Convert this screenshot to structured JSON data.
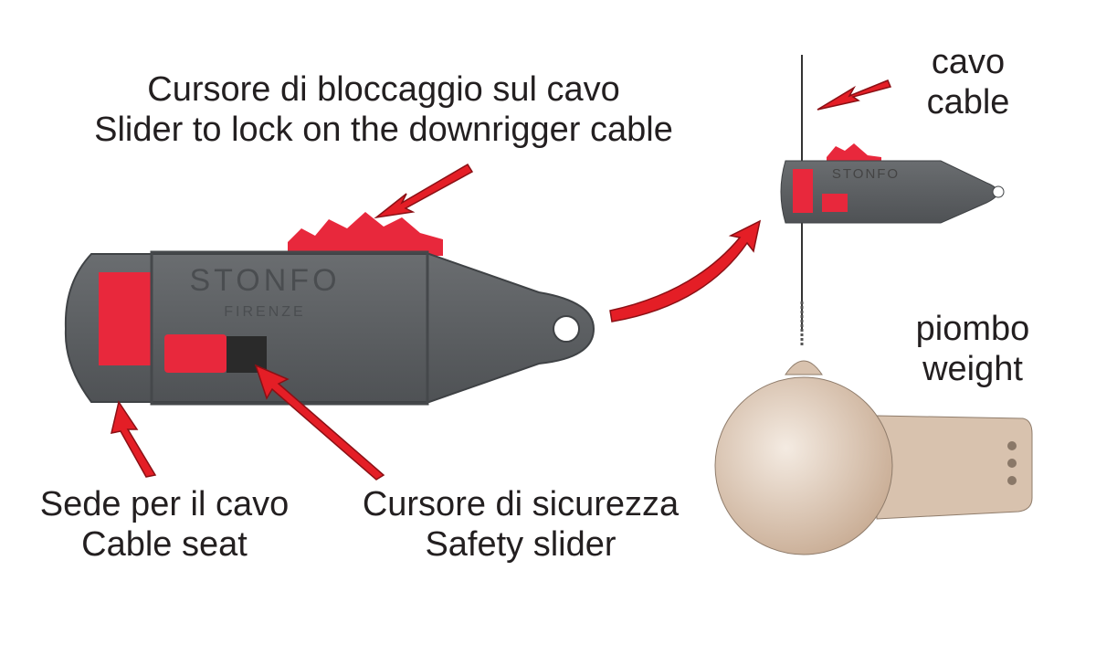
{
  "labels": {
    "lock_slider": {
      "it": "Cursore di bloccaggio sul cavo",
      "en": "Slider to lock on the downrigger cable"
    },
    "cable_seat": {
      "it": "Sede per il cavo",
      "en": "Cable seat"
    },
    "safety_slider": {
      "it": "Cursore di sicurezza",
      "en": "Safety slider"
    },
    "cable": {
      "it": "cavo",
      "en": "cable"
    },
    "weight": {
      "it": "piombo",
      "en": "weight"
    }
  },
  "device": {
    "brand": "STONFO",
    "city": "FIRENZE"
  },
  "colors": {
    "body": "#5d6063",
    "accent_red": "#e8283c",
    "arrow_red": "#e41e26",
    "weight": "#d8c2ae",
    "text": "#231f20"
  }
}
